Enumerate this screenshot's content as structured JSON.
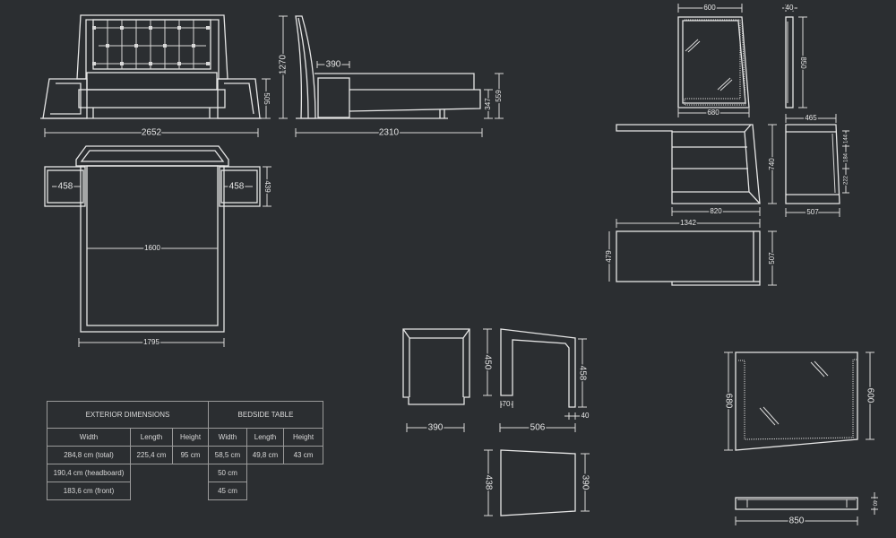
{
  "bed": {
    "front": {
      "width": "2652",
      "side_height": "505"
    },
    "side": {
      "height": "1270",
      "table_depth": "390",
      "total_length": "2310",
      "height_559": "559",
      "height_347": "347"
    },
    "top": {
      "table_left": "458",
      "table_right": "458",
      "table_depth": "439",
      "mattress_width": "1600",
      "total_width": "1795"
    }
  },
  "nightstand": {
    "front_width": "390",
    "side_height_450": "450",
    "side_height_458": "458",
    "leg_70": "70",
    "leg_40": "40",
    "side_depth": "506",
    "top_438": "438",
    "top_390": "390"
  },
  "mirror_tall": {
    "top_width": "600",
    "bottom_width": "680",
    "depth": "40",
    "height": "850"
  },
  "desk": {
    "height": "740",
    "body_width": "820",
    "total_width": "1342",
    "side_top": "465",
    "side_bottom": "507",
    "drawer_1": "144",
    "drawer_2": "184",
    "drawer_3": "222",
    "top_depth_left": "479",
    "top_depth_right": "507"
  },
  "mirror_wide": {
    "left_height": "680",
    "right_height": "600",
    "width": "850",
    "depth": "40"
  },
  "table": {
    "group_headers": [
      "EXTERIOR DIMENSIONS",
      "BEDSIDE TABLE"
    ],
    "columns": [
      "Width",
      "Length",
      "Height",
      "Width",
      "Length",
      "Height"
    ],
    "row1": [
      "284,8 cm (total)",
      "225,4 cm",
      "95 cm",
      "58,5 cm",
      "49,8 cm",
      "43 cm"
    ],
    "row2": [
      "190,4 cm (headboard)",
      "50 cm"
    ],
    "row3": [
      "183,6 cm (front)",
      "45 cm"
    ]
  }
}
